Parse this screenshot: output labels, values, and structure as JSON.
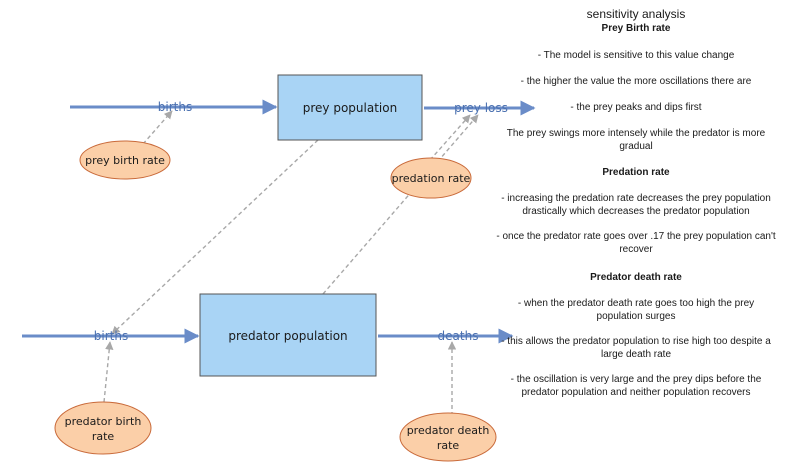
{
  "stocks": {
    "prey": "prey population",
    "predator": "predator population"
  },
  "flows": {
    "prey_births": "births",
    "prey_loss": "prey loss",
    "predator_births": "births",
    "predator_deaths": "deaths"
  },
  "auxiliaries": {
    "prey_birth_rate": "prey birth rate",
    "predation_rate": "predation rate",
    "predator_birth_rate": [
      "predator birth",
      "rate"
    ],
    "predator_death_rate": [
      "predator death",
      "rate"
    ]
  },
  "notes": {
    "title": "sensitivity analysis",
    "sections": [
      {
        "heading": "Prey Birth rate",
        "paragraphs": [
          [
            "- The model is sensitive to this value change"
          ],
          [
            "- the higher the value the more oscillations there are"
          ],
          [
            "- the prey peaks and dips first"
          ],
          [
            "The prey swings more intensely while the predator is more",
            "gradual"
          ]
        ]
      },
      {
        "heading": "Predation rate",
        "paragraphs": [
          [
            "- increasing the predation rate decreases the prey population",
            "drastically which decreases the predator population"
          ],
          [
            "- once the predator rate goes over .17 the prey population can't",
            "recover"
          ]
        ]
      },
      {
        "heading": "Predator death rate",
        "paragraphs": [
          [
            "- when the predator death rate goes too high the prey",
            "population surges"
          ],
          [
            "- this allows the predator population to rise high too despite a",
            "large death rate"
          ],
          [
            "- the oscillation is very large and the prey dips before the",
            "predator population and neither population recovers"
          ]
        ]
      }
    ]
  },
  "colors": {
    "flow": "#6a8cc8",
    "stock_fill": "#a9d4f5",
    "stock_stroke": "#555555",
    "aux_fill": "#fbcfa8",
    "aux_stroke": "#c96a3a",
    "link": "#a8a8a8"
  }
}
